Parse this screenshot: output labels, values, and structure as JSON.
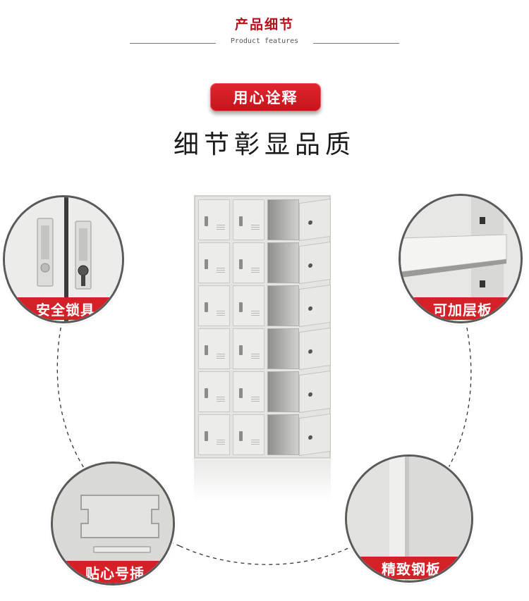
{
  "header": {
    "title": "产品细节",
    "subtitle": "Product features"
  },
  "badge": {
    "label": "用心诠释"
  },
  "headline": "细节彰显品质",
  "features": [
    {
      "label": "安全锁具"
    },
    {
      "label": "可加层板"
    },
    {
      "label": "贴心号插"
    },
    {
      "label": "精致钢板"
    }
  ],
  "colors": {
    "accent_red": "#d42027",
    "header_red": "#b5121b",
    "cabinet_grey": "#e4e4e1"
  },
  "cabinet": {
    "columns": 4,
    "rows": 6,
    "open_column": 3
  }
}
